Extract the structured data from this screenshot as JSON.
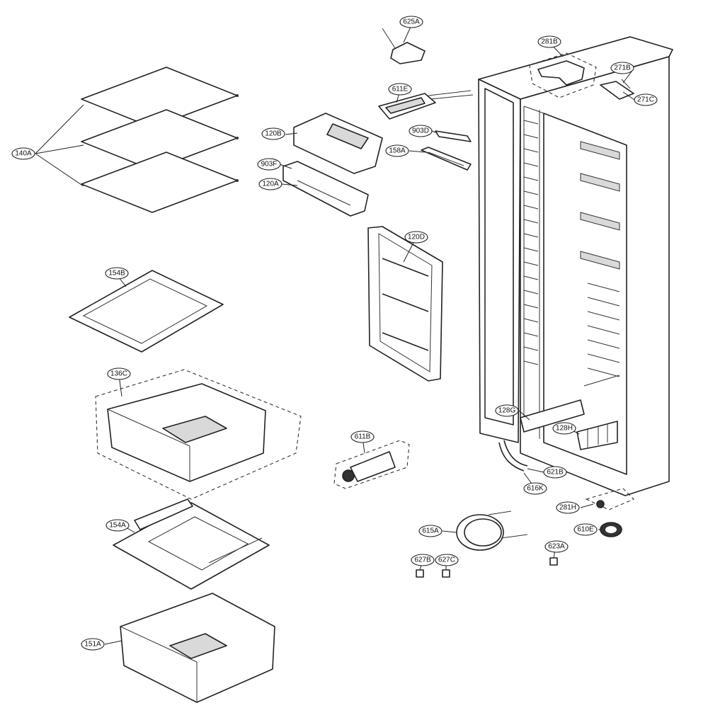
{
  "callouts": [
    {
      "id": "625A",
      "label": "625A"
    },
    {
      "id": "281B",
      "label": "281B"
    },
    {
      "id": "271B",
      "label": "271B"
    },
    {
      "id": "271C",
      "label": "271C"
    },
    {
      "id": "611E",
      "label": "611E"
    },
    {
      "id": "120B",
      "label": "120B"
    },
    {
      "id": "903D",
      "label": "903D"
    },
    {
      "id": "158A",
      "label": "158A"
    },
    {
      "id": "140A",
      "label": "140A"
    },
    {
      "id": "903F",
      "label": "903F"
    },
    {
      "id": "120A",
      "label": "120A"
    },
    {
      "id": "120D",
      "label": "120D"
    },
    {
      "id": "154B",
      "label": "154B"
    },
    {
      "id": "136C",
      "label": "136C"
    },
    {
      "id": "128G",
      "label": "128G"
    },
    {
      "id": "128H",
      "label": "128H"
    },
    {
      "id": "611B",
      "label": "611B"
    },
    {
      "id": "621B",
      "label": "621B"
    },
    {
      "id": "616K",
      "label": "616K"
    },
    {
      "id": "281H",
      "label": "281H"
    },
    {
      "id": "154A",
      "label": "154A"
    },
    {
      "id": "615A",
      "label": "615A"
    },
    {
      "id": "610E",
      "label": "610E"
    },
    {
      "id": "623A",
      "label": "623A"
    },
    {
      "id": "627B",
      "label": "627B"
    },
    {
      "id": "627C",
      "label": "627C"
    },
    {
      "id": "151A",
      "label": "151A"
    }
  ]
}
